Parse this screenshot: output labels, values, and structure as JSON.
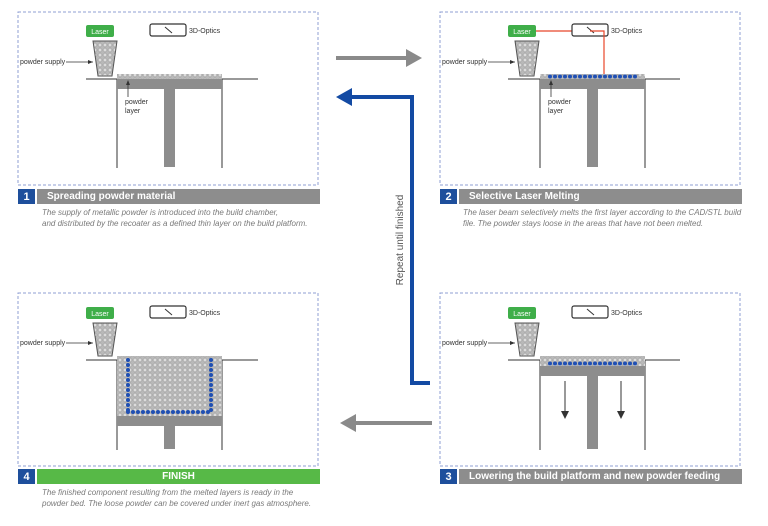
{
  "labels": {
    "laser": "Laser",
    "optics": "3D-Optics",
    "powder_supply": "powder supply",
    "powder_layer_1": "powder",
    "powder_layer_2": "layer",
    "repeat": "Repeat until finished"
  },
  "steps": [
    {
      "number": "1",
      "title": "Spreading powder material",
      "caption_1": "The supply of metallic powder is introduced into the build chamber,",
      "caption_2": "and distributed by the recoater as a defined thin layer on the build  platform."
    },
    {
      "number": "2",
      "title": "Selective Laser Melting",
      "caption_1": "The laser beam selectively melts the first layer according to the CAD/STL build",
      "caption_2": "file. The powder stays loose in the areas that have not been melted."
    },
    {
      "number": "3",
      "title": "Lowering the build platform and new powder feeding",
      "caption_1": "",
      "caption_2": ""
    },
    {
      "number": "4",
      "title": "FINISH",
      "caption_1": "The finished component resulting from the melted layers is ready in the",
      "caption_2": "powder bed. The loose powder can be covered under inert gas atmosphere."
    }
  ],
  "colors": {
    "laser_green": "#3fae49",
    "step_blue": "#1e4f9c",
    "bar_gray": "#8d8d8d",
    "finish_green": "#57b947",
    "panel_border": "#8f9fd3",
    "melt_blue": "#1f4fb3",
    "beam_red": "#e8462a",
    "arrow_gray": "#8a8a8a",
    "arrow_blue": "#134aa3"
  }
}
